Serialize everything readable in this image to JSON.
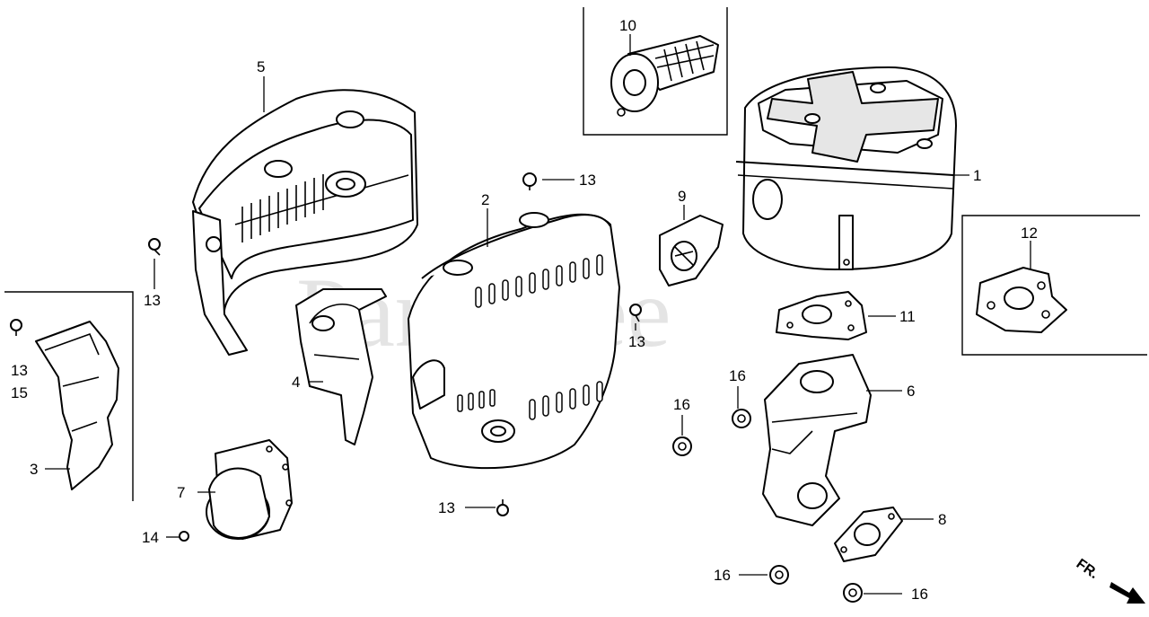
{
  "watermark": "PartsTree",
  "direction_label": "FR.",
  "callouts": {
    "c1": "1",
    "c2": "2",
    "c3": "3",
    "c4": "4",
    "c5": "5",
    "c6": "6",
    "c7": "7",
    "c8": "8",
    "c9": "9",
    "c10": "10",
    "c11": "11",
    "c12": "12",
    "c13a": "13",
    "c13b": "13",
    "c13c": "13",
    "c13d": "13",
    "c13e": "13",
    "c15": "15",
    "c14": "14",
    "c16a": "16",
    "c16b": "16",
    "c16c": "16",
    "c16d": "16"
  }
}
